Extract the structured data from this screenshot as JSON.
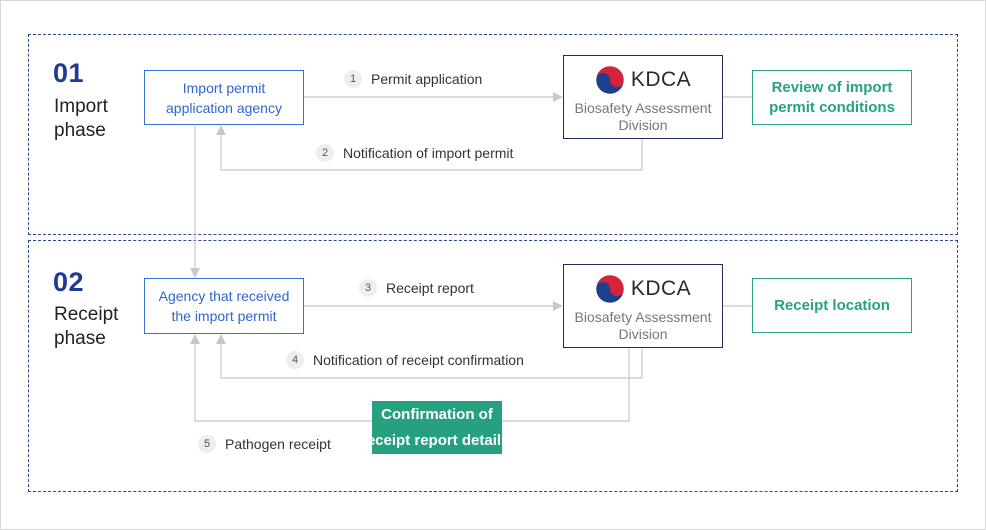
{
  "phases": [
    {
      "num": "01",
      "name_line1": "Import",
      "name_line2": "phase"
    },
    {
      "num": "02",
      "name_line1": "Receipt",
      "name_line2": "phase"
    }
  ],
  "agencies": {
    "import_line1": "Import permit",
    "import_line2": "application agency",
    "receipt_line1": "Agency that received",
    "receipt_line2": "the import permit"
  },
  "kdca": {
    "brand": "KDCA",
    "sub_line1": "Biosafety Assessment",
    "sub_line2": "Division"
  },
  "outcomes": {
    "review_line1": "Review of import",
    "review_line2": "permit conditions",
    "receipt_location": "Receipt location",
    "confirm_line1": "Confirmation of",
    "confirm_line2": "receipt report details"
  },
  "steps": [
    {
      "num": "1",
      "label": "Permit application"
    },
    {
      "num": "2",
      "label": "Notification of import permit"
    },
    {
      "num": "3",
      "label": "Receipt report"
    },
    {
      "num": "4",
      "label": "Notification of receipt confirmation"
    },
    {
      "num": "5",
      "label": "Pathogen receipt"
    }
  ],
  "colors": {
    "phase_border": "#2e4a8f",
    "agency_blue": "#2f66cf",
    "green": "#26a080",
    "kdca_red": "#d4243b",
    "kdca_blue": "#1c3f8f",
    "connector": "#c8c8c8"
  }
}
